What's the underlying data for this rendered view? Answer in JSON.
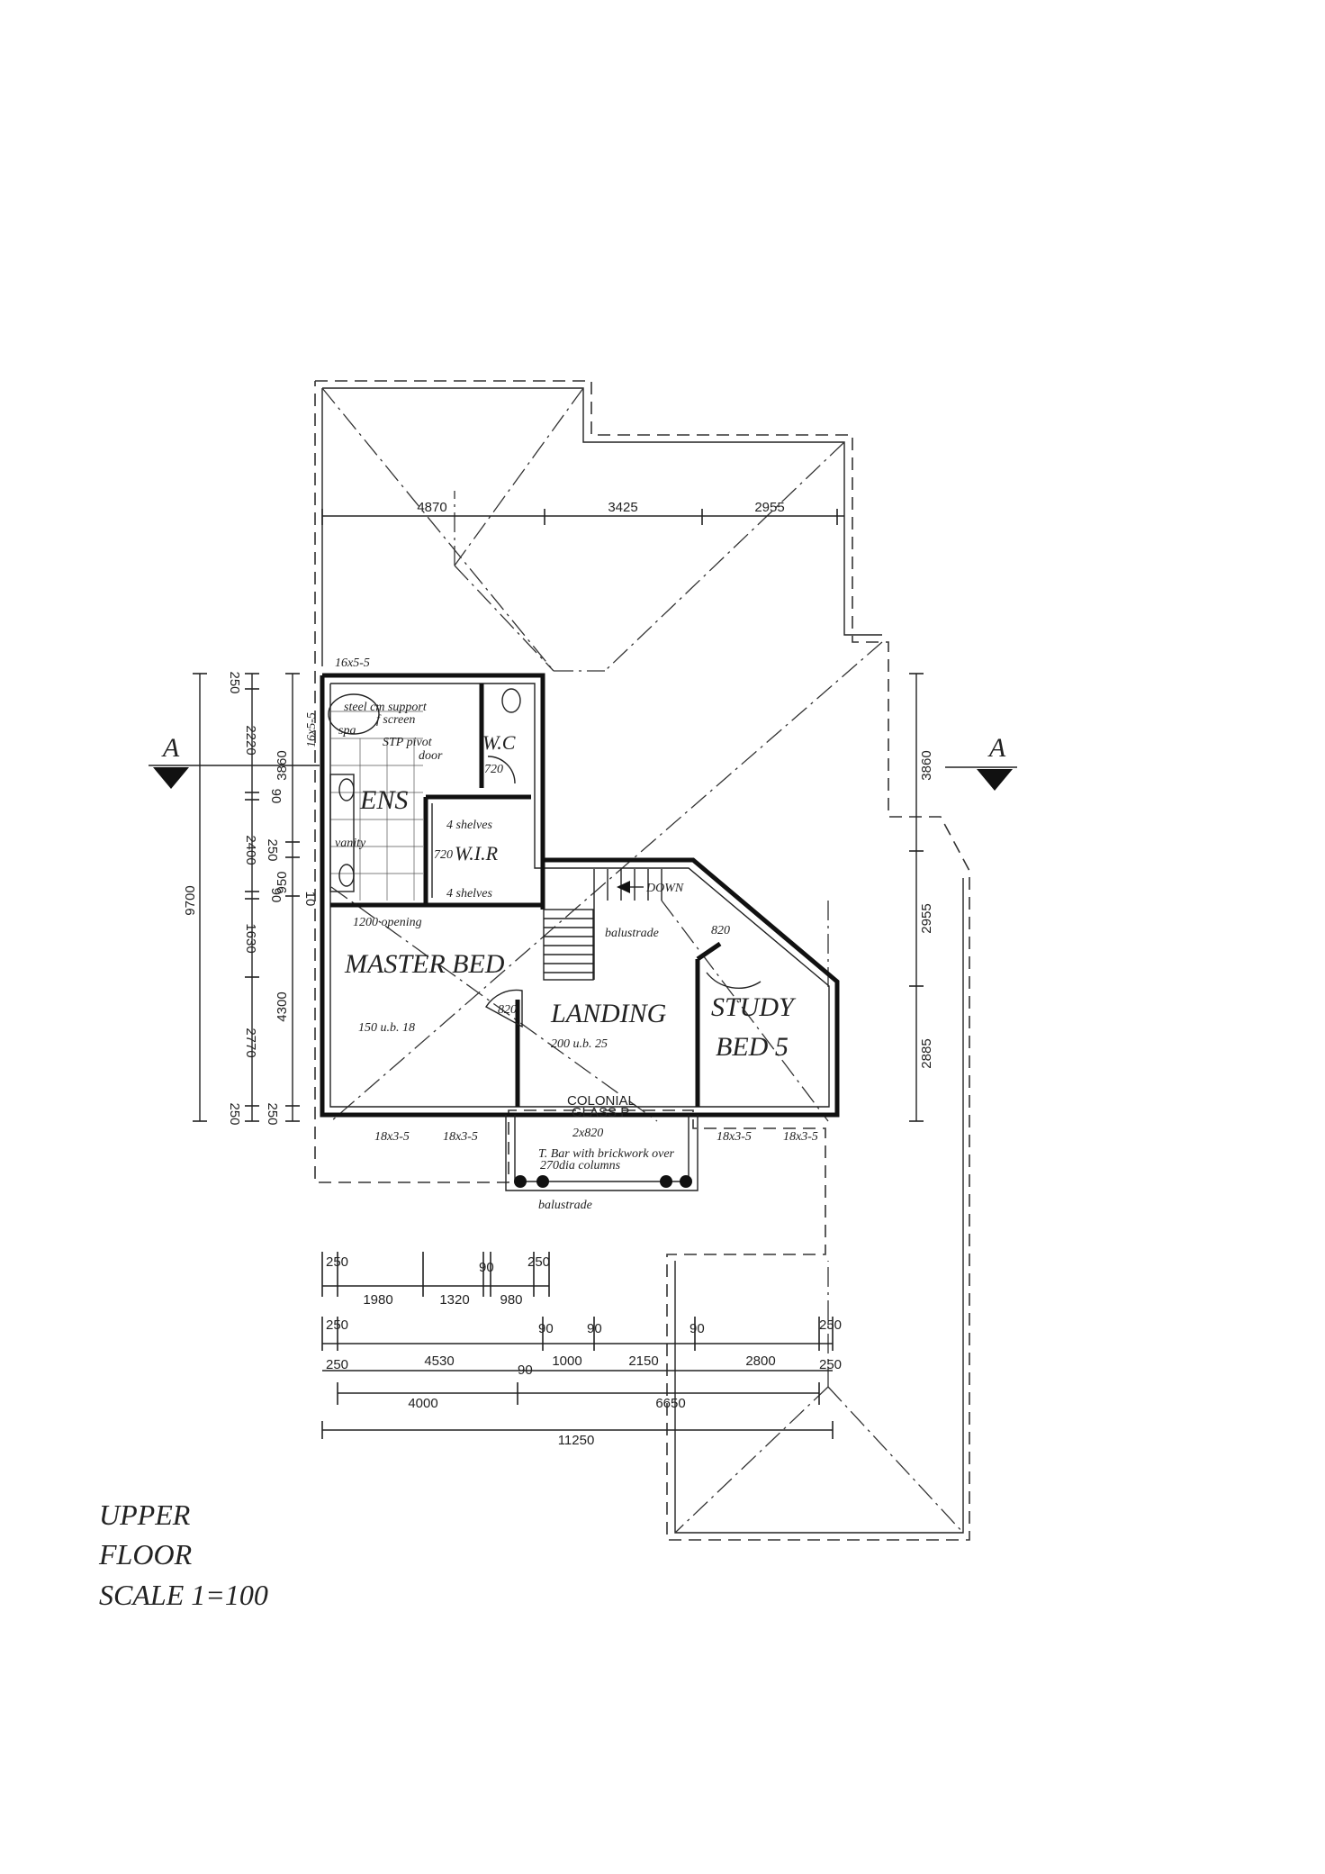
{
  "section_marks": {
    "left": "A",
    "right": "A"
  },
  "rooms": {
    "ens": "ENS",
    "wc": "W.C",
    "wir": "W.I.R",
    "master_bed": "MASTER BED",
    "landing": "LANDING",
    "study": "STUDY",
    "bed5": "BED 5"
  },
  "notes": {
    "steel_support": "steel cm support",
    "f_screen": "f screen",
    "spa": "spa",
    "pivot_door": "STP pivot",
    "door": "door",
    "wc_door": "720",
    "shelves_top": "4 shelves",
    "shelves_bottom": "4 shelves",
    "wir_door": "720",
    "vanity": "vanity",
    "opening": "1200 opening",
    "down": "DOWN",
    "balustrade_stair": "balustrade",
    "study_door": "820",
    "master_door": "820",
    "master_beam": "150 u.b. 18",
    "landing_beam": "200 u.b. 25",
    "colonial": "COLONIAL",
    "glass": "GLASS P",
    "balcony_door": "2x820",
    "tbar": "T. Bar with brickwork over",
    "columns": "270dia columns",
    "balustrade_balcony": "balustrade",
    "win_top": "16x5-5",
    "win_side": "16x5-5",
    "win_b1": "18x3-5",
    "win_b2": "18x3-5",
    "win_b3": "18x3-5",
    "win_b4": "18x3-5"
  },
  "dims_top": [
    "4870",
    "3425",
    "2955"
  ],
  "dims_left_outer": "9700",
  "dims_left_mid": [
    "250",
    "2220",
    "90",
    "2400",
    "90",
    "1630",
    "2770",
    "250"
  ],
  "dims_left_inner": [
    "3860",
    "250",
    "950",
    "10",
    "4300",
    "250"
  ],
  "dims_right": [
    "3860",
    "2955",
    "2885"
  ],
  "dims_bottom_row1": [
    "250",
    "90",
    "250",
    "1980",
    "1320",
    "980"
  ],
  "dims_bottom_row2": [
    "250",
    "90",
    "90",
    "90",
    "250"
  ],
  "dims_bottom_row3": [
    "250",
    "4530",
    "90",
    "1000",
    "2150",
    "2800",
    "250"
  ],
  "dims_bottom_row4": [
    "4000",
    "6650"
  ],
  "dims_bottom_row5": "11250",
  "title": {
    "line1": "UPPER",
    "line2": "FLOOR",
    "line3": "SCALE 1=100"
  }
}
